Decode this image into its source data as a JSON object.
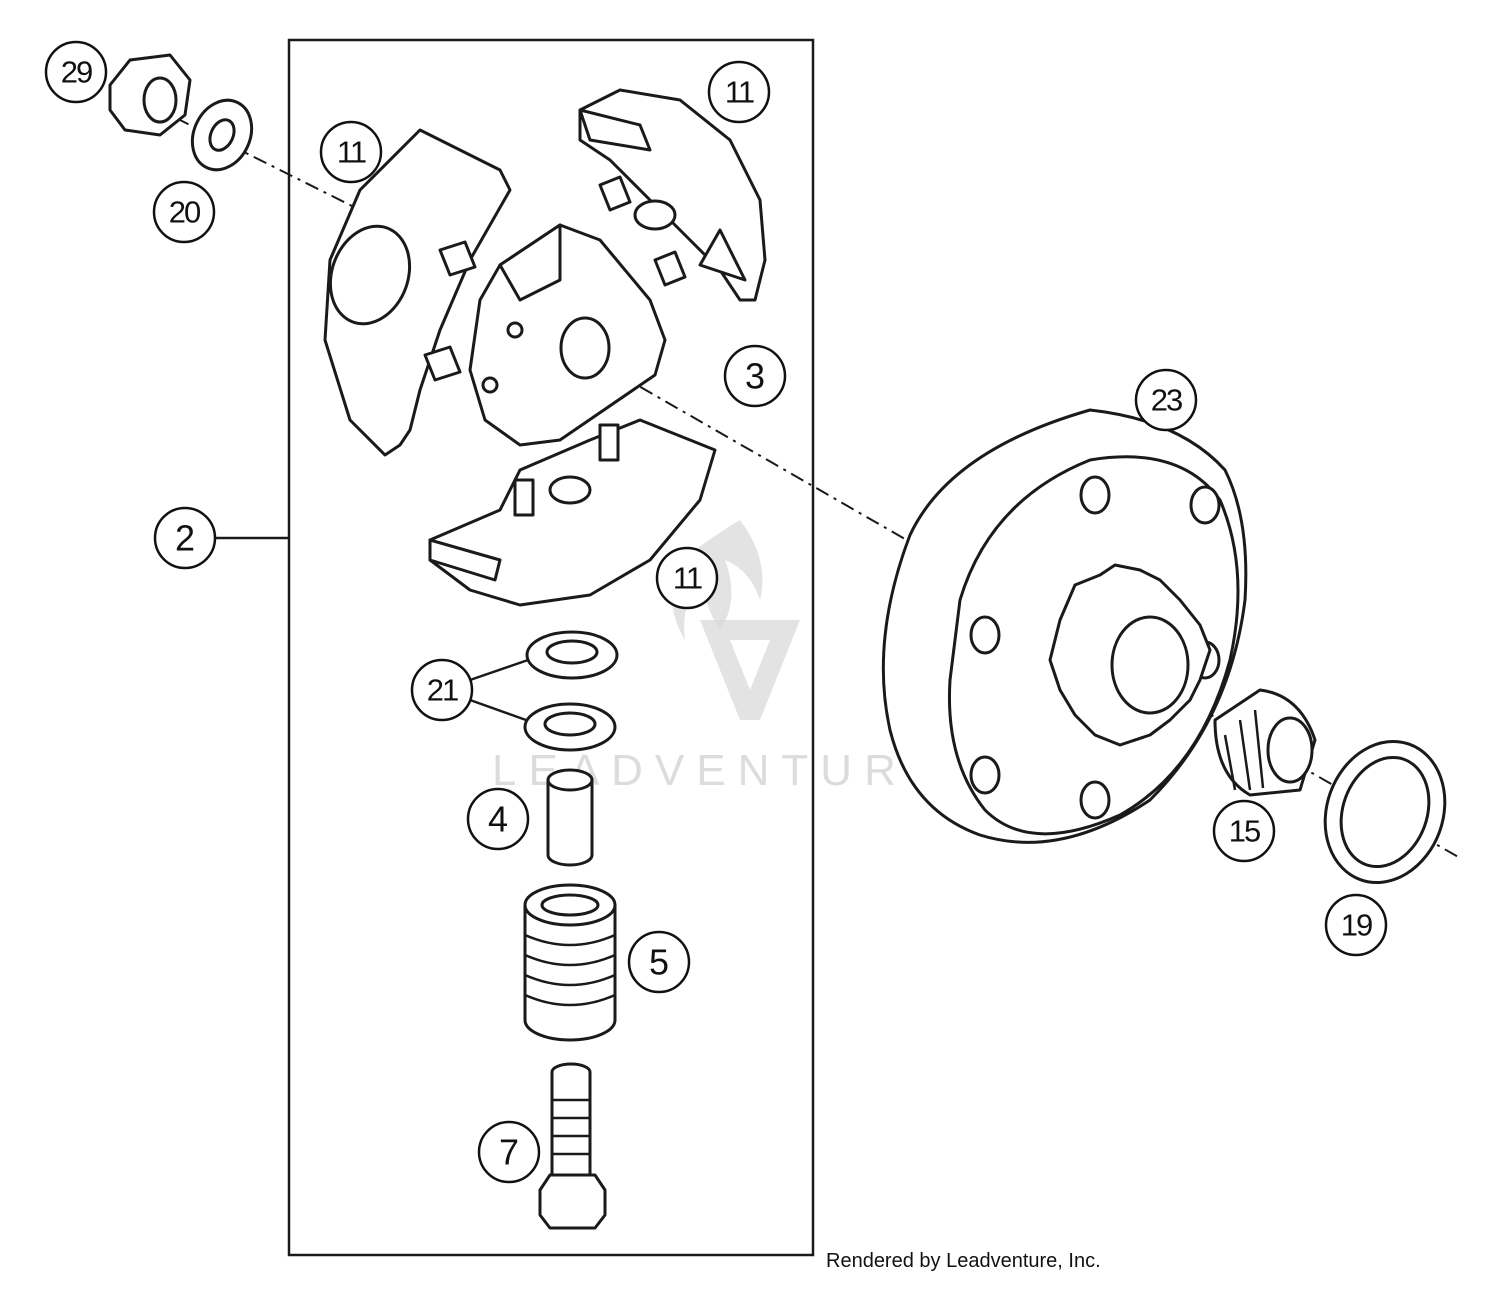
{
  "callouts": [
    "29",
    "20",
    "11",
    "11",
    "11",
    "3",
    "2",
    "21",
    "4",
    "5",
    "7",
    "23",
    "15",
    "19"
  ],
  "watermark": "LEADVENTURE",
  "credit": "Rendered by Leadventure, Inc.",
  "colors": {
    "line": "#1a1a1a",
    "background": "#ffffff",
    "watermark": "#d9d9d9"
  }
}
